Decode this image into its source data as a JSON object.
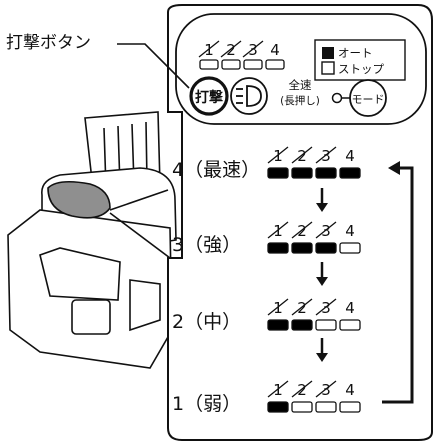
{
  "callout": {
    "label": "打撃ボタン"
  },
  "panel": {
    "indicator_numbers": [
      "1",
      "2",
      "3",
      "4"
    ],
    "auto_stop": {
      "line1": "オート",
      "line2": "ストップ"
    },
    "impact_button": "打撃",
    "speed_note": {
      "line1": "全速",
      "line2": "(長押し)"
    },
    "mode_button": "モード"
  },
  "levels": [
    {
      "label": "4（最速）",
      "filled": 4
    },
    {
      "label": "3（強）",
      "filled": 3
    },
    {
      "label": "2（中）",
      "filled": 2
    },
    {
      "label": "1（弱）",
      "filled": 1
    }
  ],
  "colors": {
    "ink": "#111111",
    "fill": "#000000",
    "tool_gray": "#9a9a9a"
  }
}
